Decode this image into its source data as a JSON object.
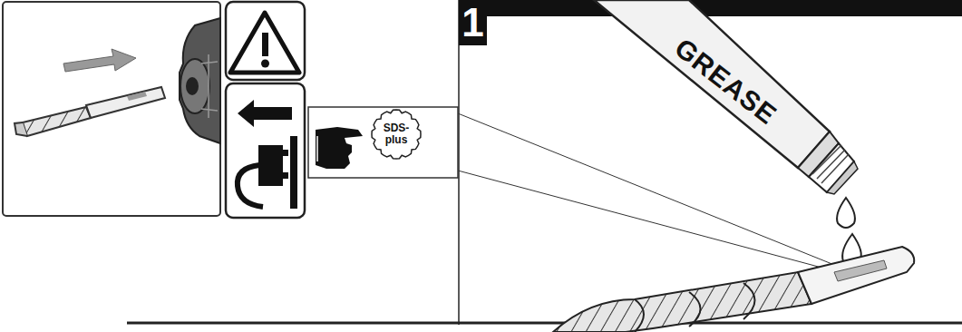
{
  "diagram": {
    "nodes": [
      {
        "text": [
          "1"
        ]
      },
      {
        "text": [
          "SDS- plus"
        ]
      }
    ],
    "labels": [
      "GREASE"
    ]
  }
}
